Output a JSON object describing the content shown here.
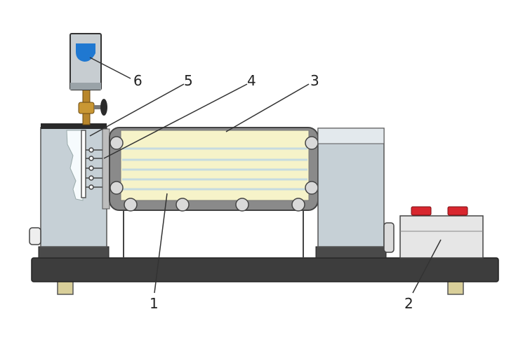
{
  "labels": {
    "l1": "1",
    "l2": "2",
    "l3": "3",
    "l4": "4",
    "l5": "5",
    "l6": "6"
  },
  "colors": {
    "base": "#3a3a3a",
    "tank": "#c9d2d8",
    "tank_light": "#e3e9ed",
    "frame": "#5a5a5a",
    "panel": "#f4f1c6",
    "panel_stripe": "#cfe0e6",
    "control_box": "#e6e6e6",
    "button_red": "#d8262e",
    "brass": "#b8862b",
    "water_blue": "#1f78d1"
  }
}
